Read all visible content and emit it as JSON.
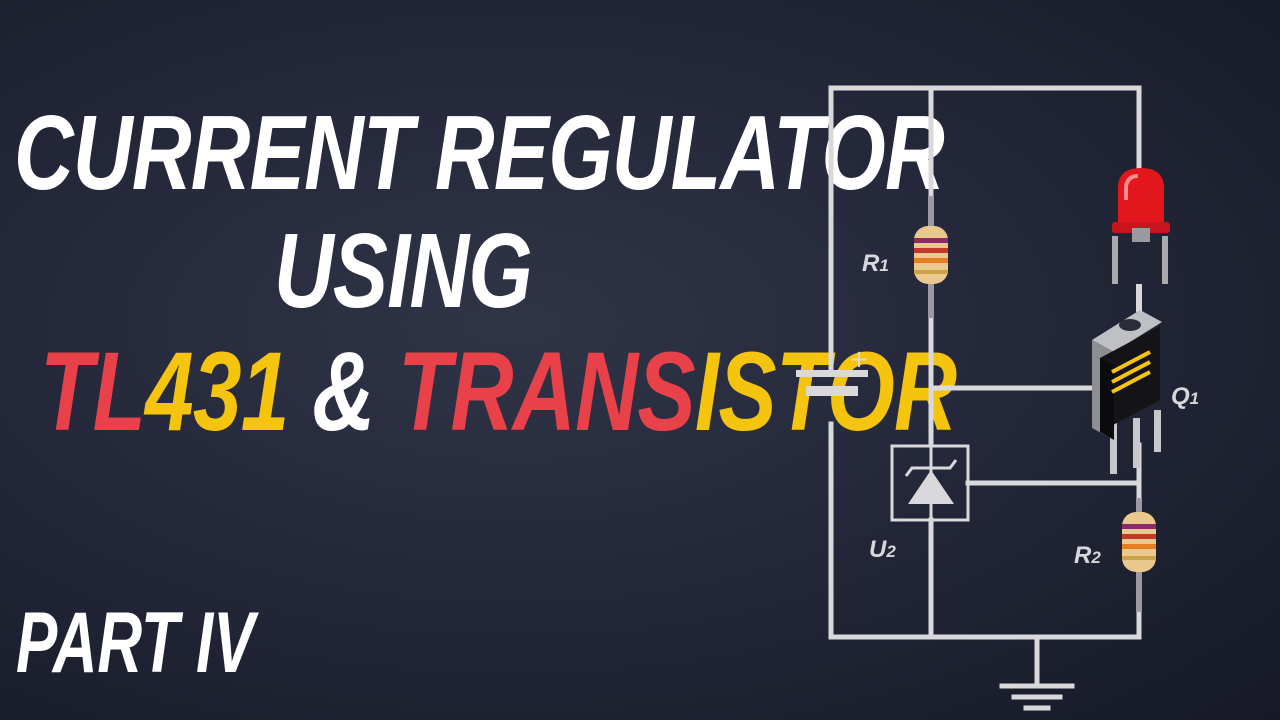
{
  "title": {
    "line1": "CURRENT REGULATOR",
    "line2": "USING",
    "line3": [
      {
        "text": "TL",
        "color": "red"
      },
      {
        "text": "431",
        "color": "yellow"
      },
      {
        "text": " & ",
        "color": "white"
      },
      {
        "text": "TRANS",
        "color": "red"
      },
      {
        "text": "ISTOR",
        "color": "yellow"
      }
    ]
  },
  "part_label": "PART IV",
  "circuit": {
    "r1": {
      "name": "R",
      "sub": "1"
    },
    "r2": {
      "name": "R",
      "sub": "2"
    },
    "q1": {
      "name": "Q",
      "sub": "1"
    },
    "u2": {
      "name": "U",
      "sub": "2"
    },
    "battery_plus": "+"
  },
  "colors": {
    "red": "#e8414a",
    "yellow": "#f4c40f",
    "wire": "#d9d9dc",
    "background": "#24283a"
  }
}
